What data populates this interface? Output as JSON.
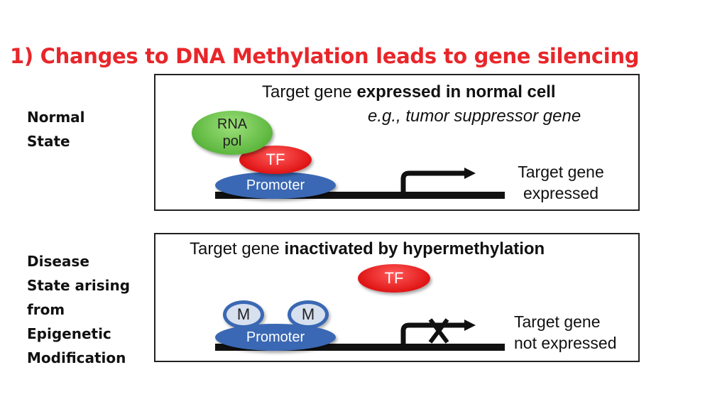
{
  "title": "1) Changes to DNA Methylation leads to gene silencing",
  "normal": {
    "side_label": [
      "Normal",
      "State"
    ],
    "heading_plain": "Target gene ",
    "heading_bold": "expressed in normal cell",
    "subheading": "e.g., tumor suppressor gene",
    "rna_pol": [
      "RNA",
      "pol"
    ],
    "tf": "TF",
    "promoter": "Promoter",
    "outcome": [
      "Target gene",
      "expressed"
    ]
  },
  "disease": {
    "side_label": [
      "Disease",
      "State arising",
      "from",
      "Epigenetic",
      "Modification"
    ],
    "heading_plain": "Target gene ",
    "heading_bold": "inactivated  by hypermethylation",
    "tf": "TF",
    "methyl_marks": [
      "M",
      "M"
    ],
    "promoter": "Promoter",
    "outcome": [
      "Target gene",
      "not expressed"
    ]
  },
  "colors": {
    "title": "#e8262a",
    "promoter": "#3a68b4",
    "tf": "#e01515",
    "rna_pol": "#58b43a"
  }
}
